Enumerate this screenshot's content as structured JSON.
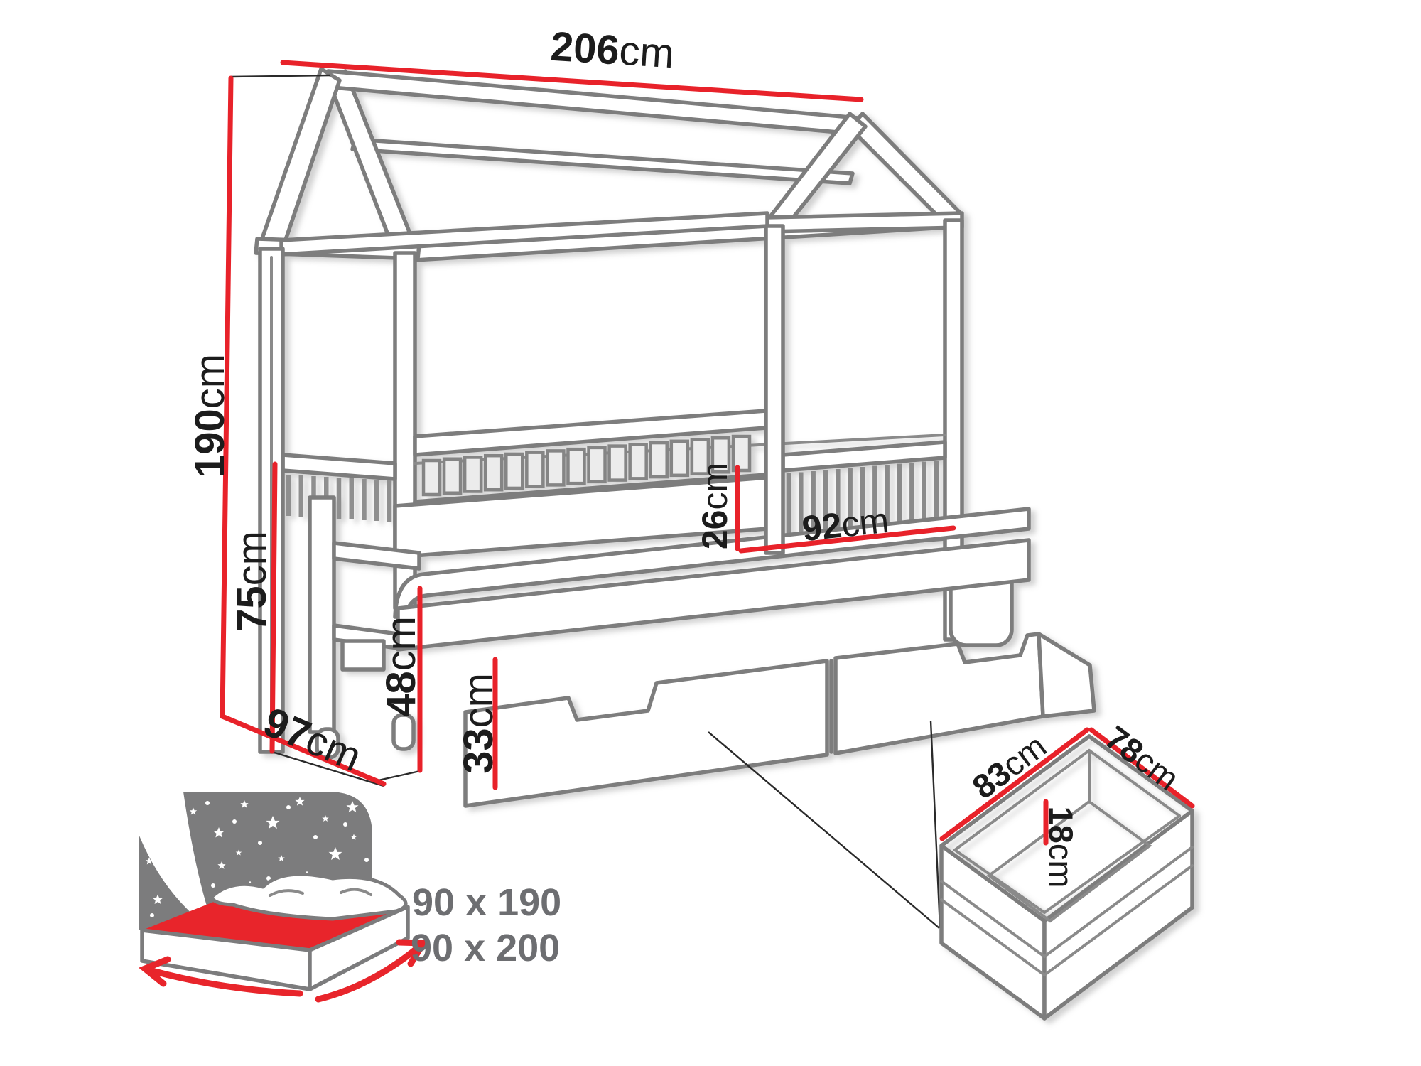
{
  "diagram": {
    "title": "house bed with trundle and storage drawers - dimension drawing",
    "unit": "cm",
    "colors": {
      "dimension_red": "#e8222a",
      "line_gray": "#7d7d7d",
      "label_black": "#1c1c1c",
      "size_text_gray": "#6d6e71"
    },
    "dimensions": {
      "total_length": {
        "value": "206",
        "unit": "cm"
      },
      "total_height": {
        "value": "190",
        "unit": "cm"
      },
      "side_rail_height": {
        "value": "75",
        "unit": "cm"
      },
      "guard_rail_height": {
        "value": "26",
        "unit": "cm"
      },
      "foot_end_width": {
        "value": "92",
        "unit": "cm"
      },
      "trundle_head_height": {
        "value": "48",
        "unit": "cm"
      },
      "drawer_front_height": {
        "value": "33",
        "unit": "cm"
      },
      "bed_depth": {
        "value": "97",
        "unit": "cm"
      },
      "drawer_length": {
        "value": "83",
        "unit": "cm"
      },
      "drawer_depth": {
        "value": "78",
        "unit": "cm"
      },
      "drawer_height": {
        "value": "18",
        "unit": "cm"
      }
    },
    "mattress_sizes": [
      "90 x 190",
      "90 x 200"
    ]
  }
}
